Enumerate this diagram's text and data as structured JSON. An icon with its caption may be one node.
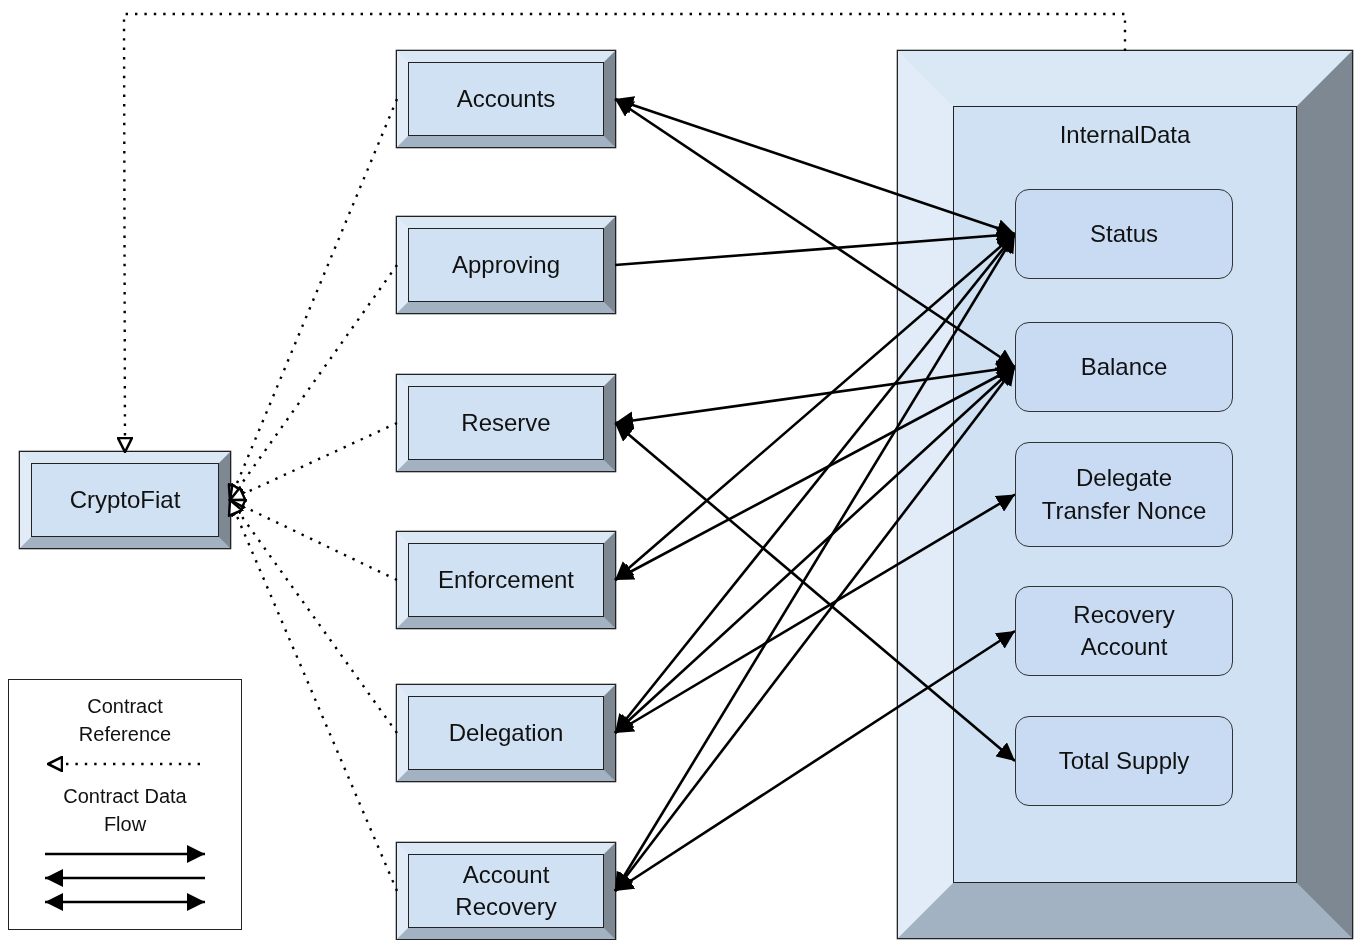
{
  "diagram": {
    "nodes": [
      {
        "text": [
          "CryptoFiat"
        ]
      },
      {
        "text": [
          "Accounts"
        ]
      },
      {
        "text": [
          "Approving"
        ]
      },
      {
        "text": [
          "Reserve"
        ]
      },
      {
        "text": [
          "Enforcement"
        ]
      },
      {
        "text": [
          "Delegation"
        ]
      },
      {
        "text": [
          "Account Recovery"
        ]
      },
      {
        "text": [
          "InternalData"
        ]
      },
      {
        "text": [
          "Status"
        ],
        "in": 7
      },
      {
        "text": [
          "Balance"
        ],
        "in": 7
      },
      {
        "text": [
          "Delegate Transfer Nonce"
        ],
        "in": 7
      },
      {
        "text": [
          "Recovery Account"
        ],
        "in": 7
      },
      {
        "text": [
          "Total Supply"
        ],
        "in": 7
      }
    ],
    "edges": [
      {
        "from": 1,
        "to": 0,
        "arrow": "to",
        "style": "dashed"
      },
      {
        "from": 2,
        "to": 0,
        "arrow": "to",
        "style": "dashed"
      },
      {
        "from": 3,
        "to": 0,
        "arrow": "to",
        "style": "dashed"
      },
      {
        "from": 4,
        "to": 0,
        "arrow": "to",
        "style": "dashed"
      },
      {
        "from": 5,
        "to": 0,
        "arrow": "to",
        "style": "dashed"
      },
      {
        "from": 6,
        "to": 0,
        "arrow": "to",
        "style": "dashed"
      },
      {
        "from": 7,
        "to": 0,
        "arrow": "to",
        "style": "dashed"
      },
      {
        "from": 1,
        "to": 8,
        "arrow": "both"
      },
      {
        "from": 1,
        "to": 9,
        "arrow": "both"
      },
      {
        "from": 2,
        "to": 8,
        "arrow": "to"
      },
      {
        "from": 3,
        "to": 9,
        "arrow": "both"
      },
      {
        "from": 3,
        "to": 12,
        "arrow": "both"
      },
      {
        "from": 4,
        "to": 8,
        "arrow": "both"
      },
      {
        "from": 4,
        "to": 9,
        "arrow": "both"
      },
      {
        "from": 5,
        "to": 8,
        "arrow": "both"
      },
      {
        "from": 5,
        "to": 9,
        "arrow": "both"
      },
      {
        "from": 5,
        "to": 10,
        "arrow": "both"
      },
      {
        "from": 6,
        "to": 8,
        "arrow": "both"
      },
      {
        "from": 6,
        "to": 9,
        "arrow": "both"
      },
      {
        "from": 6,
        "to": 11,
        "arrow": "both"
      }
    ],
    "legend": [
      {
        "text": "Contract Reference"
      },
      {
        "text": "Contract Data Flow"
      }
    ]
  }
}
